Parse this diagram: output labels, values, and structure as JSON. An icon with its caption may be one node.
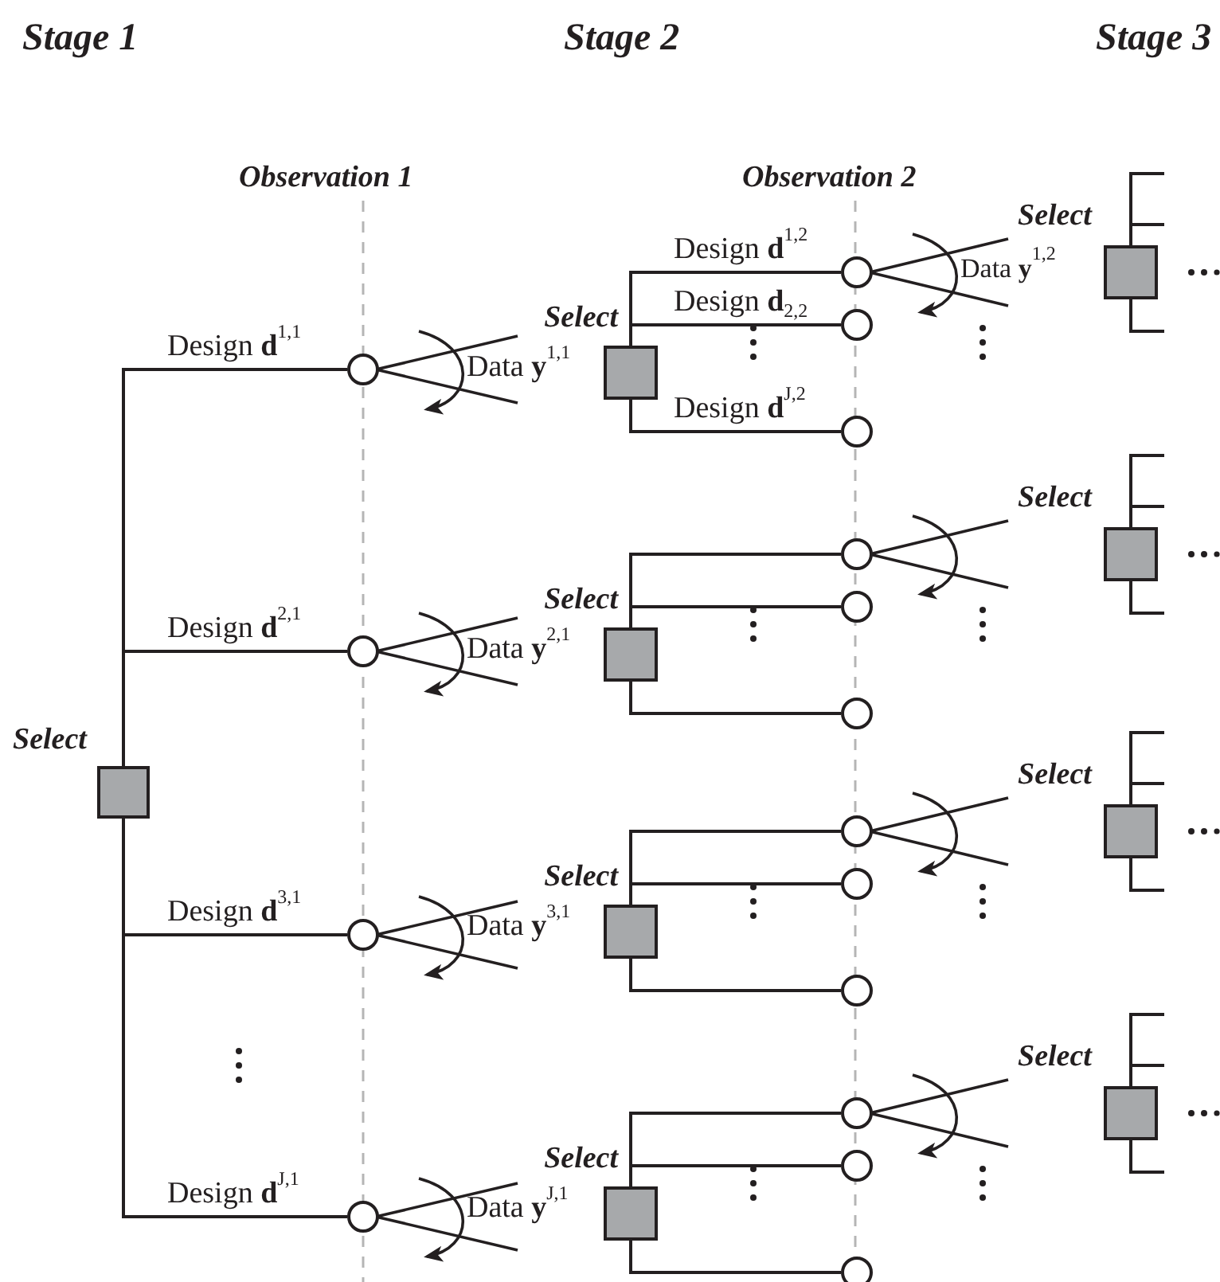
{
  "diagram": {
    "nodes": [
      {
        "text": [],
        "shape": "box",
        "beside": [
          "Select"
        ]
      },
      {
        "text": [],
        "shape": "circle"
      },
      {
        "text": [],
        "shape": "circle"
      },
      {
        "text": [],
        "shape": "circle"
      },
      {
        "text": [],
        "shape": "circle"
      },
      {
        "text": [],
        "shape": "box",
        "beside": [
          "Select",
          "Data **y**$^{1,1}$"
        ]
      },
      {
        "text": [],
        "shape": "box",
        "beside": [
          "Select",
          "Data **y**$^{2,1}$"
        ]
      },
      {
        "text": [],
        "shape": "box",
        "beside": [
          "Select",
          "Data **y**$^{3,1}$"
        ]
      },
      {
        "text": [],
        "shape": "box",
        "beside": [
          "Select",
          "Data **y**$^{J,1}$"
        ]
      },
      {
        "text": [],
        "shape": "circle"
      },
      {
        "text": [],
        "shape": "circle"
      },
      {
        "text": [],
        "shape": "circle"
      },
      {
        "text": [],
        "shape": "circle"
      },
      {
        "text": [],
        "shape": "circle"
      },
      {
        "text": [],
        "shape": "circle"
      },
      {
        "text": [],
        "shape": "circle"
      },
      {
        "text": [],
        "shape": "circle"
      },
      {
        "text": [],
        "shape": "circle"
      },
      {
        "text": [],
        "shape": "circle"
      },
      {
        "text": [],
        "shape": "circle"
      },
      {
        "text": [],
        "shape": "circle"
      },
      {
        "text": [],
        "shape": "box",
        "beside": [
          "Select",
          "Data **y**$^{1,2}$"
        ]
      },
      {
        "text": [],
        "shape": "box",
        "beside": [
          "Select"
        ]
      },
      {
        "text": [],
        "shape": "box",
        "beside": [
          "Select"
        ]
      },
      {
        "text": [],
        "shape": "box",
        "beside": [
          "Select"
        ]
      }
    ],
    "edges": [
      {
        "from": 0,
        "to": 1,
        "arrow": "none",
        "label": "Design **d**$^{1,1}$"
      },
      {
        "from": 0,
        "to": 2,
        "arrow": "none",
        "label": "Design **d**$^{2,1}$"
      },
      {
        "from": 0,
        "to": 3,
        "arrow": "none",
        "label": "Design **d**$^{3,1}$"
      },
      {
        "from": 0,
        "to": 4,
        "arrow": "none",
        "label": "Design **d**$^{J,1}$"
      },
      {
        "from": 5,
        "to": 9,
        "arrow": "none",
        "label": "Design **d**$^{1,2}$"
      },
      {
        "from": 5,
        "to": 10,
        "arrow": "none",
        "label": "Design **d**$_{2,2}$"
      },
      {
        "from": 5,
        "to": 11,
        "arrow": "none",
        "label": "Design **d**$^{J,2}$"
      },
      {
        "from": 6,
        "to": 12,
        "arrow": "none"
      },
      {
        "from": 6,
        "to": 13,
        "arrow": "none"
      },
      {
        "from": 6,
        "to": 14,
        "arrow": "none"
      },
      {
        "from": 7,
        "to": 15,
        "arrow": "none"
      },
      {
        "from": 7,
        "to": 16,
        "arrow": "none"
      },
      {
        "from": 7,
        "to": 17,
        "arrow": "none"
      },
      {
        "from": 8,
        "to": 18,
        "arrow": "none"
      },
      {
        "from": 8,
        "to": 19,
        "arrow": "none"
      },
      {
        "from": 8,
        "to": 20,
        "arrow": "none"
      },
      {
        "from": 21,
        "to": null,
        "arrow": "none"
      },
      {
        "from": 21,
        "to": null,
        "arrow": "none"
      },
      {
        "from": 21,
        "to": null,
        "arrow": "none"
      },
      {
        "from": 22,
        "to": null,
        "arrow": "none"
      },
      {
        "from": 22,
        "to": null,
        "arrow": "none"
      },
      {
        "from": 22,
        "to": null,
        "arrow": "none"
      },
      {
        "from": 23,
        "to": null,
        "arrow": "none"
      },
      {
        "from": 23,
        "to": null,
        "arrow": "none"
      },
      {
        "from": 23,
        "to": null,
        "arrow": "none"
      },
      {
        "from": 24,
        "to": null,
        "arrow": "none"
      },
      {
        "from": 24,
        "to": null,
        "arrow": "none"
      },
      {
        "from": 24,
        "to": null,
        "arrow": "none"
      }
    ],
    "labels": [
      "Stage 1",
      "Stage 2",
      "Stage 3",
      "Observation 1",
      "Observation 2"
    ]
  }
}
